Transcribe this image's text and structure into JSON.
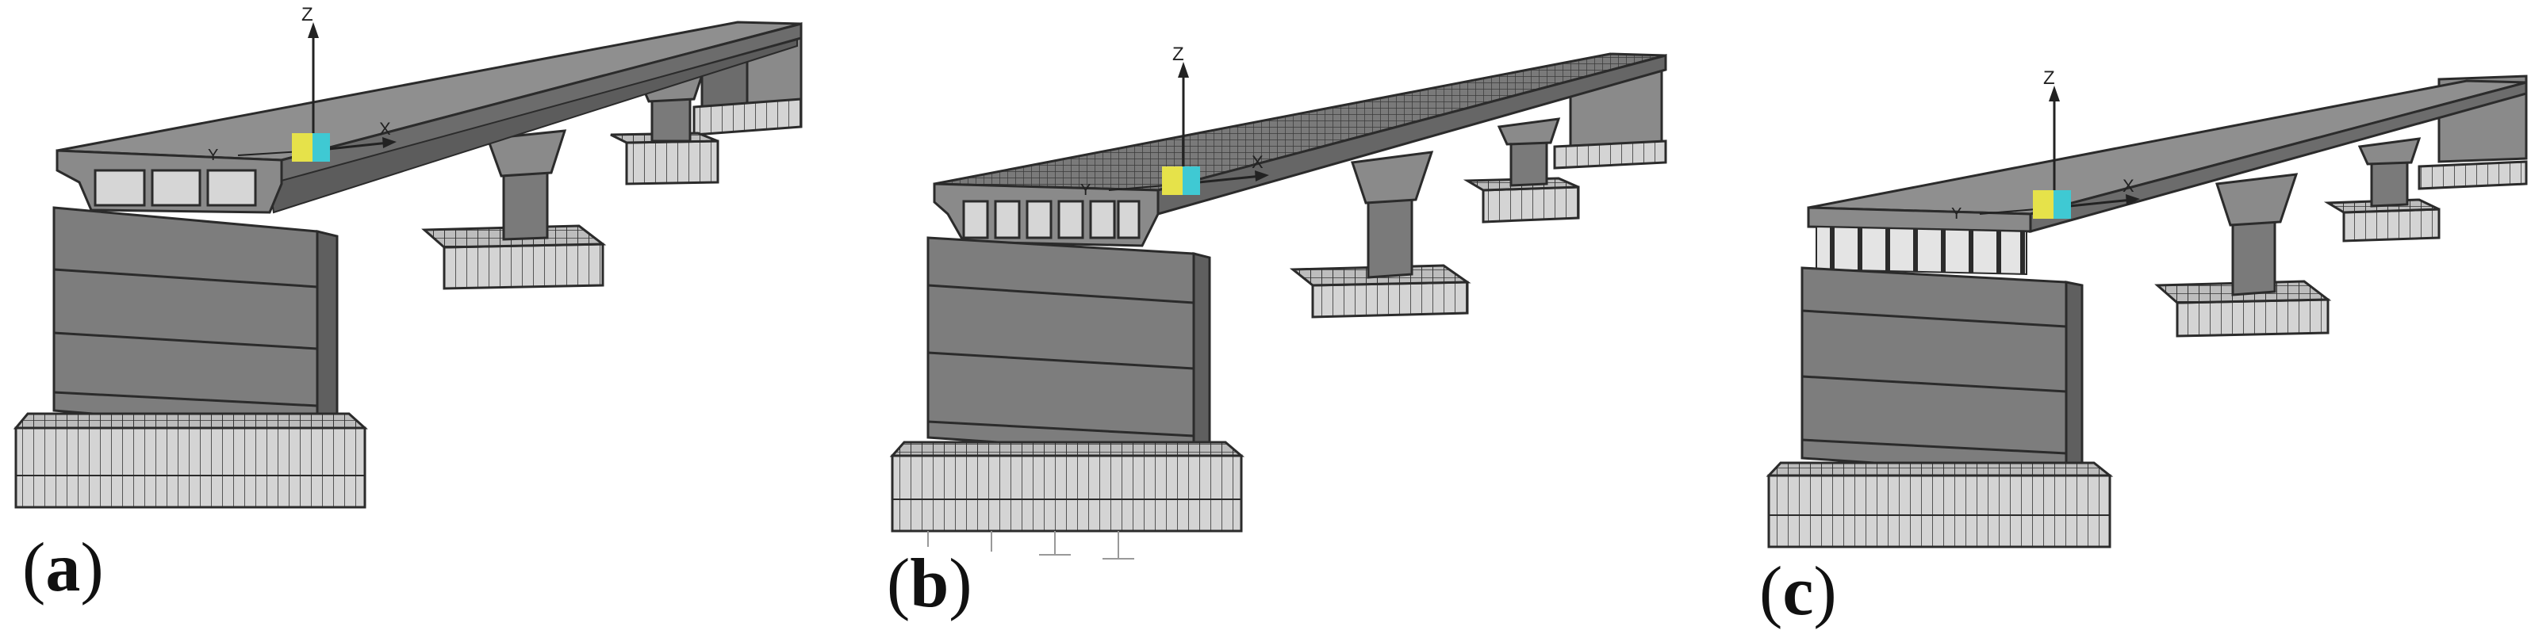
{
  "panels": [
    {
      "id": "a",
      "label": "a",
      "axis": {
        "z": "Z",
        "y": "Y",
        "x": "X"
      }
    },
    {
      "id": "b",
      "label": "b",
      "axis": {
        "z": "Z",
        "y": "Y",
        "x": "X"
      }
    },
    {
      "id": "c",
      "label": "c",
      "axis": {
        "z": "Z",
        "y": "Y",
        "x": "X"
      }
    }
  ],
  "colors": {
    "deck_top": "#8e8e8e",
    "deck_side": "#6f6f6f",
    "concrete": "#7d7d7d",
    "concrete_dark": "#5f5f5f",
    "piles": "#d2d2d2",
    "outline": "#2b2b2b",
    "marker_yellow": "#e6e24a",
    "marker_cyan": "#3fc9d3"
  }
}
